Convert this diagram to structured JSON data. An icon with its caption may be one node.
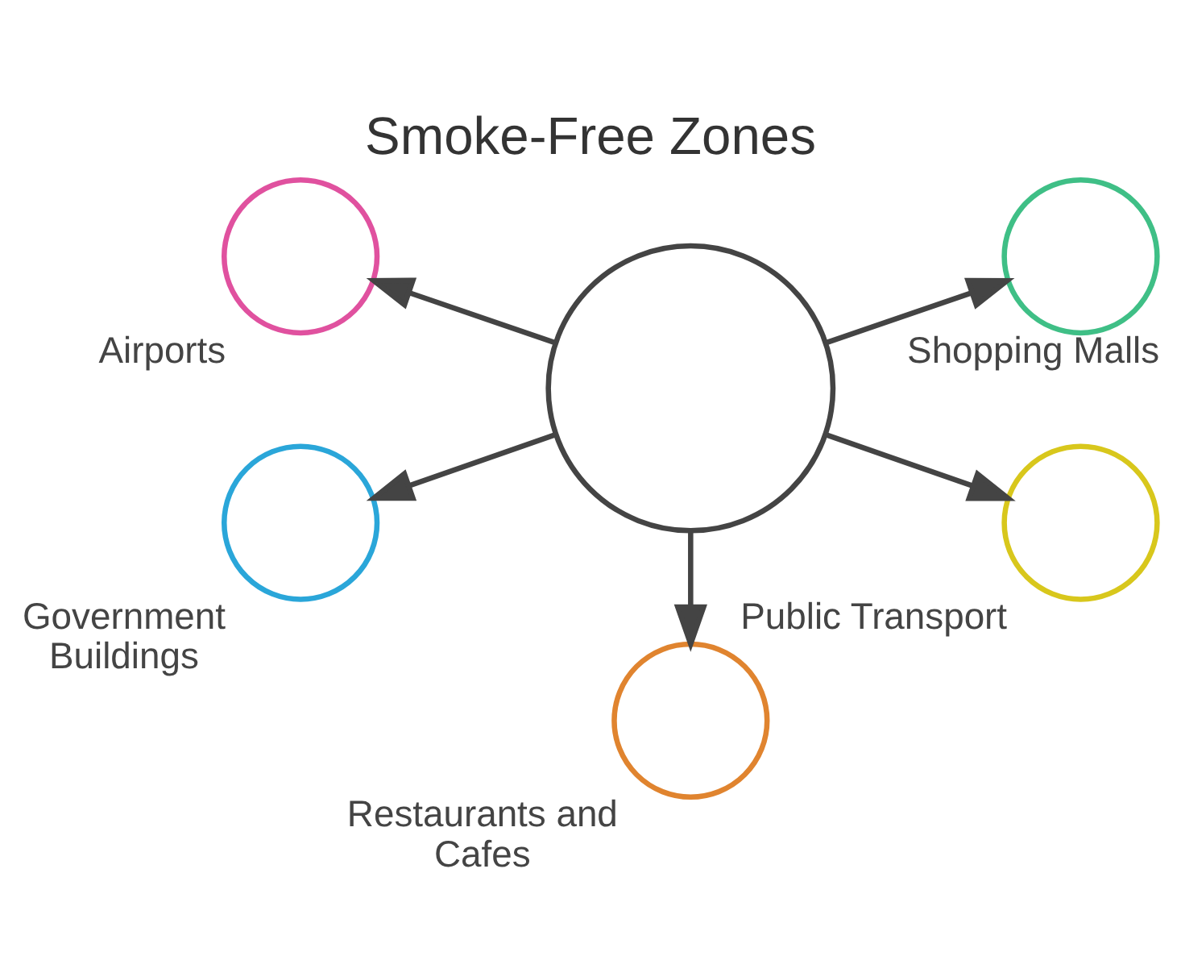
{
  "diagram": {
    "title": "Smoke-Free Zones",
    "nodes": [
      {
        "text": [],
        "shape": "circle"
      },
      {
        "text": [],
        "shape": "circle",
        "beside": [
          "Airports"
        ]
      },
      {
        "text": [],
        "shape": "circle",
        "beside": [
          "Shopping Malls"
        ]
      },
      {
        "text": [],
        "shape": "circle",
        "beside": [
          "Government Buildings"
        ]
      },
      {
        "text": [],
        "shape": "circle",
        "beside": [
          "Public Transport"
        ]
      },
      {
        "text": [],
        "shape": "circle",
        "beside": [
          "Restaurants and Cafes"
        ]
      }
    ],
    "edges": [
      {
        "from": 0,
        "to": 1,
        "arrow": "to"
      },
      {
        "from": 0,
        "to": 2,
        "arrow": "to"
      },
      {
        "from": 0,
        "to": 3,
        "arrow": "to"
      },
      {
        "from": 0,
        "to": 4,
        "arrow": "to"
      },
      {
        "from": 0,
        "to": 5,
        "arrow": "to"
      }
    ]
  }
}
